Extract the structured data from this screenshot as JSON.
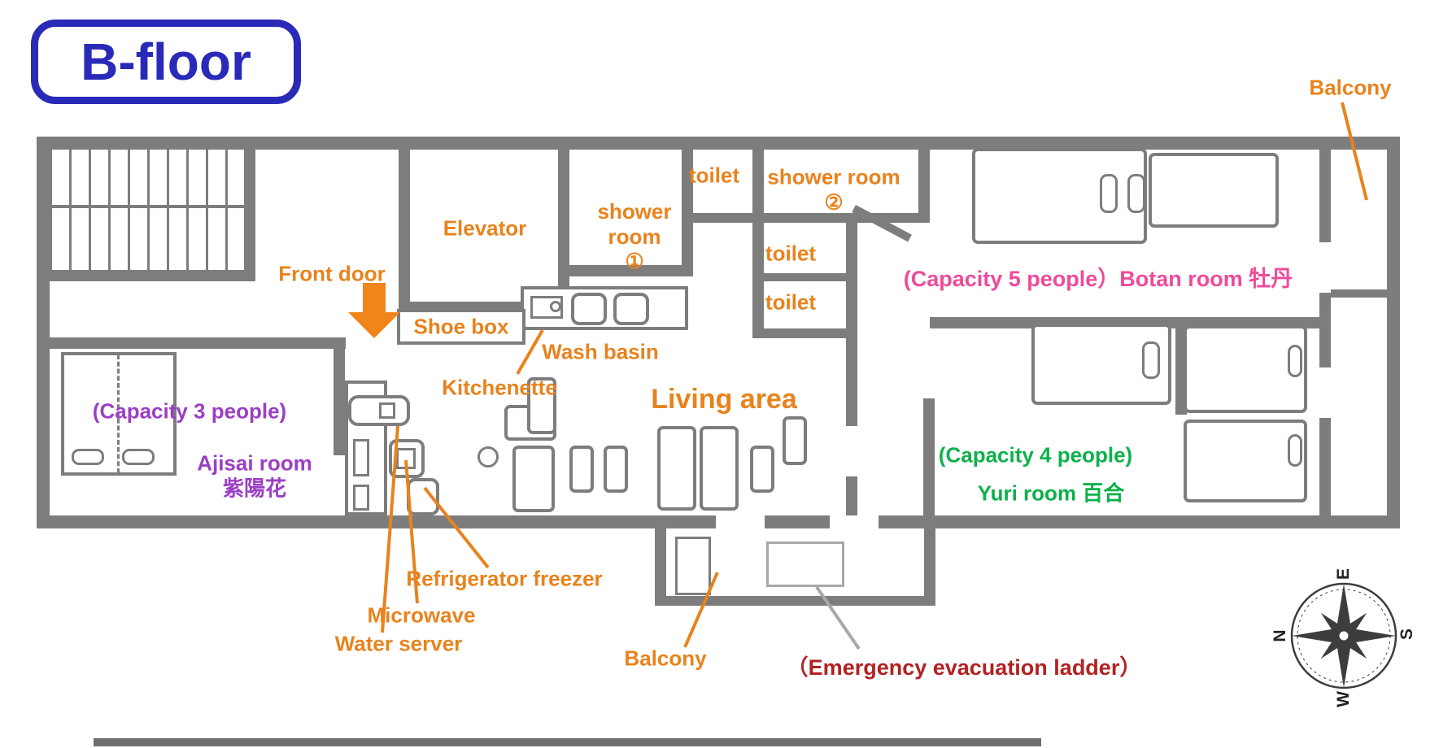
{
  "title": "B-floor",
  "labels": {
    "balcony_top": "Balcony",
    "elevator": "Elevator",
    "front_door": "Front door",
    "shoe_box": "Shoe box",
    "wash_basin": "Wash basin",
    "kitchenette": "Kitchenette",
    "toilet_top": "toilet",
    "toilet_mid": "toilet",
    "toilet_low": "toilet",
    "shower1_l1": "shower",
    "shower1_l2": "room",
    "shower1_l3": "①",
    "shower2_l1": "shower room",
    "shower2_l2": "②",
    "botan": "(Capacity 5 people）Botan room 牡丹",
    "capacity3": "(Capacity 3 people)",
    "ajisai_l1": "Ajisai room",
    "ajisai_l2": "紫陽花",
    "living": "Living area",
    "capacity4": "(Capacity 4 people)",
    "yuri": "Yuri room 百合",
    "fridge": "Refrigerator freezer",
    "microwave": "Microwave",
    "water_server": "Water server",
    "balcony_bottom": "Balcony",
    "emergency": "（Emergency evacuation ladder）",
    "compass_n": "N",
    "compass_e": "E",
    "compass_s": "S",
    "compass_w": "W"
  },
  "colors": {
    "wall_gray": "#7d7d7d",
    "label_orange": "#e8831d",
    "label_pink": "#ee4b9b",
    "label_purple": "#9b3fc4",
    "label_green": "#0db14b",
    "label_dark_red": "#b22222",
    "title_blue": "#2a2ab8",
    "arrow_orange": "#f08519"
  }
}
